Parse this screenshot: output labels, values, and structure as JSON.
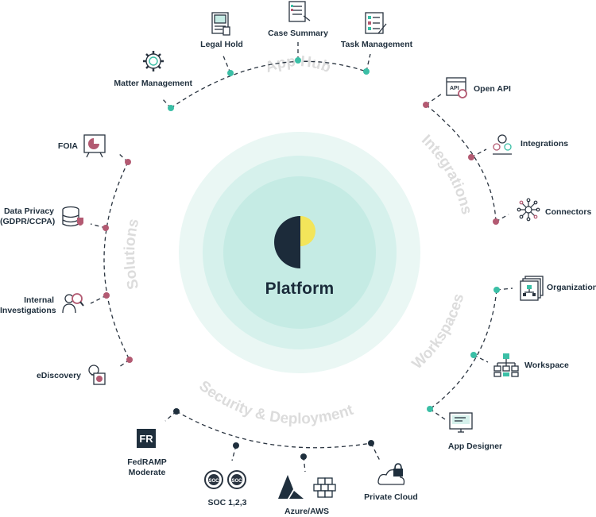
{
  "center": {
    "title": "Platform"
  },
  "sections": {
    "app_hub": "App Hub",
    "integrations": "Integrations",
    "workspaces": "Workspaces",
    "security": "Security & Deployment",
    "solutions": "Solutions"
  },
  "app_hub": {
    "matter_management": "Matter Management",
    "legal_hold": "Legal Hold",
    "case_summary": "Case Summary",
    "task_management": "Task Management"
  },
  "integrations": {
    "open_api": "Open API",
    "integrations": "Integrations",
    "connectors": "Connectors"
  },
  "workspaces": {
    "organization": "Organization",
    "workspace": "Workspace",
    "app_designer": "App Designer"
  },
  "security": {
    "fedramp_line1": "FedRAMP",
    "fedramp_line2": "Moderate",
    "soc": "SOC 1,2,3",
    "azure_aws": "Azure/AWS",
    "private_cloud": "Private Cloud",
    "soc_badge": "SOC",
    "fedramp_badge": "FR"
  },
  "solutions": {
    "foia": "FOIA",
    "data_privacy_line1": "Data Privacy",
    "data_privacy_line2": "(GDPR/CCPA)",
    "internal_line1": "Internal",
    "internal_line2": "Investigations",
    "ediscovery": "eDiscovery",
    "api_badge": "API"
  },
  "colors": {
    "teal": "#3bbfa6",
    "maroon": "#b35a72",
    "navy": "#1f2f3d",
    "yellow": "#f3e55a",
    "ring_outer": "#eaf7f4",
    "ring_mid": "#d6f1ec",
    "ring_inner": "#c5ebe4",
    "section_text": "#d8d8d8"
  }
}
